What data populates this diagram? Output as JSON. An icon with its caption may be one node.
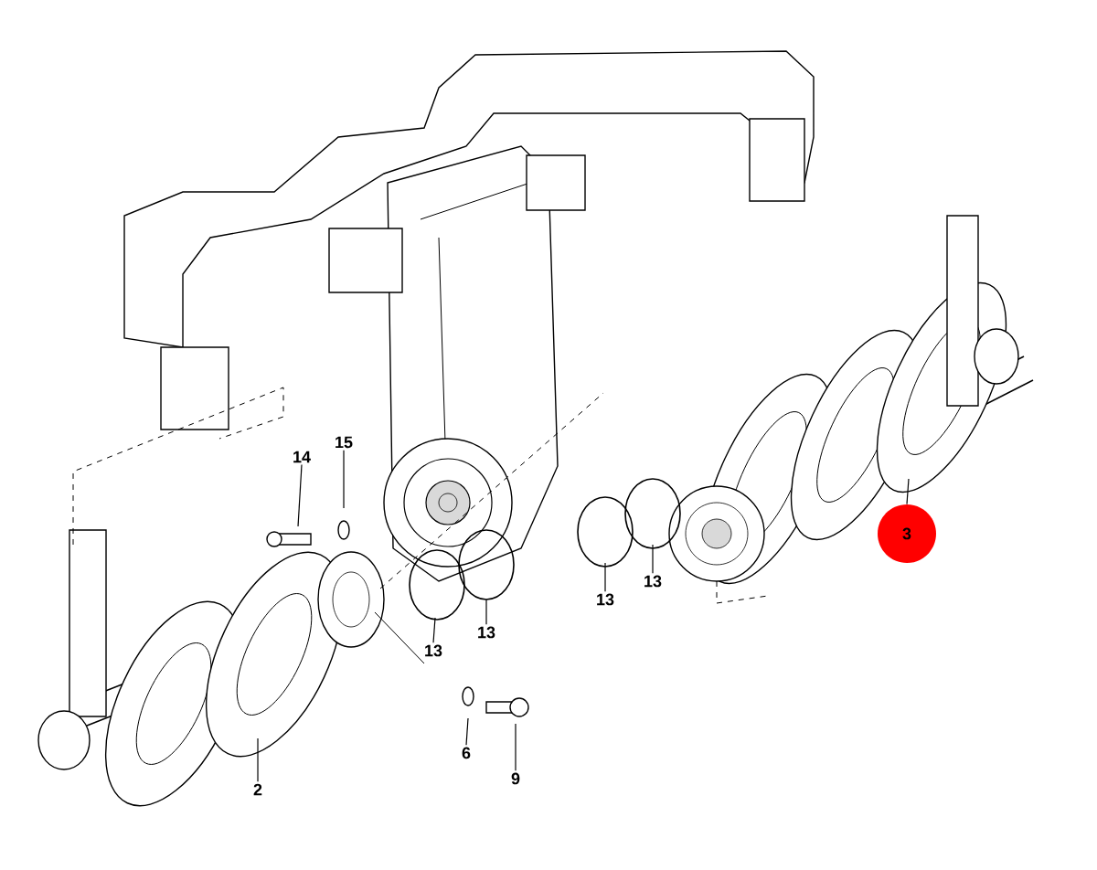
{
  "diagram": {
    "nodes": [
      {
        "text": [
          "14"
        ]
      },
      {
        "text": [
          "15"
        ]
      },
      {
        "text": [
          "13"
        ]
      },
      {
        "text": [
          "13"
        ]
      },
      {
        "text": [
          "13"
        ]
      },
      {
        "text": [
          "13"
        ]
      },
      {
        "text": [
          "6"
        ]
      },
      {
        "text": [
          "9"
        ]
      },
      {
        "text": [
          "2"
        ]
      },
      {
        "text": [
          "3"
        ]
      }
    ],
    "edges": [
      {
        "from": 0,
        "to": null,
        "arrow": "none"
      },
      {
        "from": 1,
        "to": null,
        "arrow": "none"
      },
      {
        "from": 2,
        "to": null,
        "arrow": "none"
      },
      {
        "from": 3,
        "to": null,
        "arrow": "none"
      },
      {
        "from": 4,
        "to": null,
        "arrow": "none"
      },
      {
        "from": 5,
        "to": null,
        "arrow": "none"
      },
      {
        "from": 6,
        "to": null,
        "arrow": "none"
      },
      {
        "from": 7,
        "to": null,
        "arrow": "none"
      },
      {
        "from": 8,
        "to": null,
        "arrow": "none"
      },
      {
        "from": 9,
        "to": null,
        "arrow": "none"
      }
    ]
  }
}
